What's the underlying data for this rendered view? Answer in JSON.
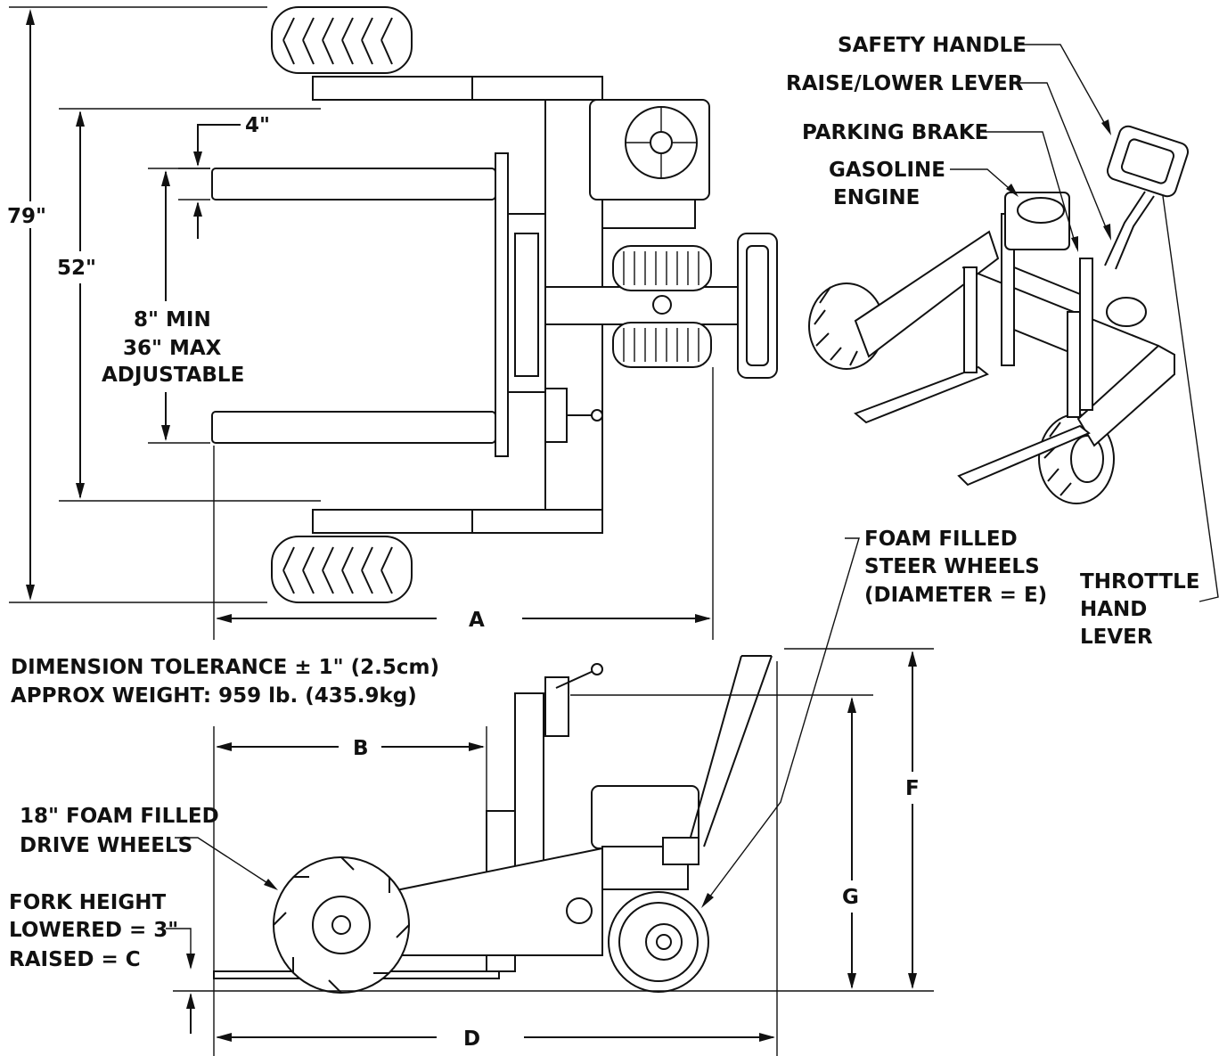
{
  "dimensions": {
    "overall_width": "79\"",
    "fork_length": "52\"",
    "fork_width": "4\"",
    "fork_spread_min": "8\" MIN",
    "fork_spread_max": "36\" MAX",
    "fork_spread_note": "ADJUSTABLE",
    "a": "A",
    "b": "B",
    "d": "D",
    "f": "F",
    "g": "G"
  },
  "callouts": {
    "safety_handle": "SAFETY HANDLE",
    "raise_lower_lever": "RAISE/LOWER LEVER",
    "parking_brake": "PARKING BRAKE",
    "gasoline_engine_1": "GASOLINE",
    "gasoline_engine_2": "ENGINE",
    "steer_wheels_1": "FOAM FILLED",
    "steer_wheels_2": "STEER WHEELS",
    "steer_wheels_3": "(DIAMETER = E)",
    "throttle_1": "THROTTLE",
    "throttle_2": "HAND",
    "throttle_3": "LEVER",
    "drive_wheels_1": "18\" FOAM FILLED",
    "drive_wheels_2": "DRIVE WHEELS",
    "fork_height_1": "FORK HEIGHT",
    "fork_height_2": "LOWERED = 3\"",
    "fork_height_3": "RAISED = C"
  },
  "notes": {
    "tolerance": "DIMENSION TOLERANCE ± 1\" (2.5cm)",
    "weight": "APPROX WEIGHT: 959 lb.  (435.9kg)"
  }
}
